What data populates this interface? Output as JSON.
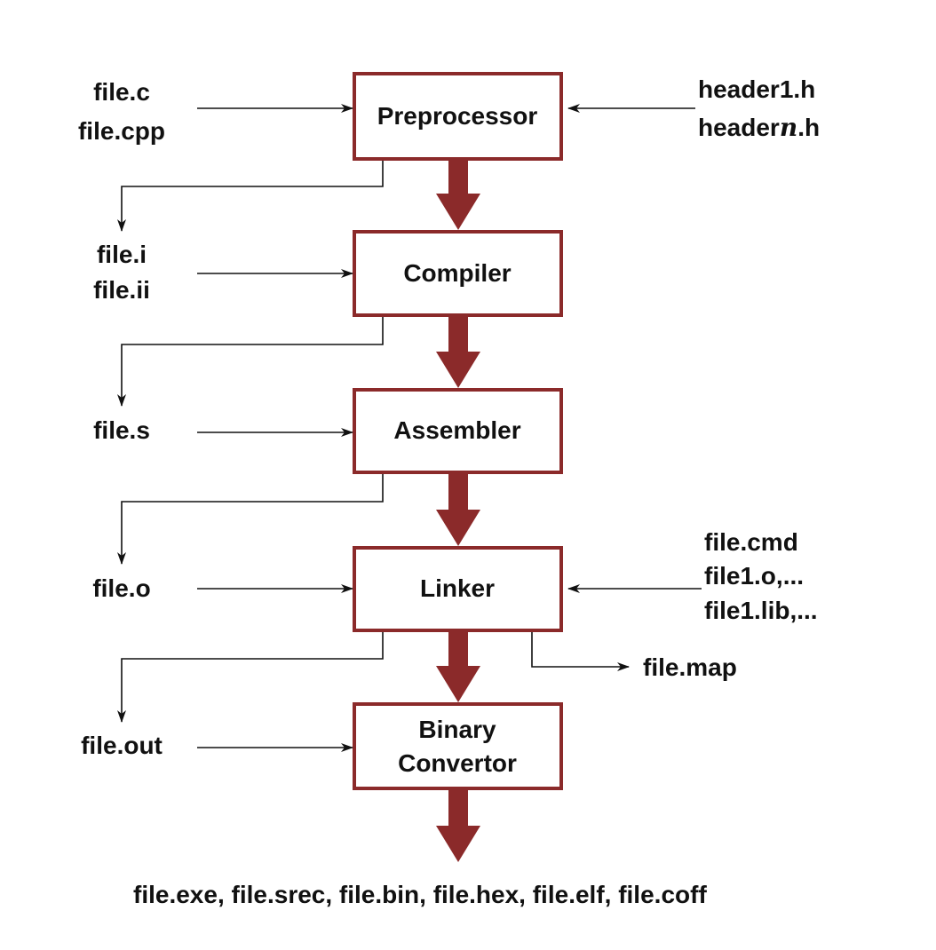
{
  "stages": [
    {
      "id": "preprocessor",
      "lines": [
        "Preprocessor"
      ]
    },
    {
      "id": "compiler",
      "lines": [
        "Compiler"
      ]
    },
    {
      "id": "assembler",
      "lines": [
        "Assembler"
      ]
    },
    {
      "id": "linker",
      "lines": [
        "Linker"
      ]
    },
    {
      "id": "binary-convertor",
      "lines": [
        "Binary",
        "Convertor"
      ]
    }
  ],
  "left_inputs": [
    [
      "file.c",
      "file.cpp"
    ],
    [
      "file.i",
      "file.ii"
    ],
    [
      "file.s"
    ],
    [
      "file.o"
    ],
    [
      "file.out"
    ]
  ],
  "right_inputs": {
    "preprocessor": [
      [
        {
          "t": "header1.h"
        }
      ],
      [
        {
          "t": "header"
        },
        {
          "t": "n",
          "italic": true
        },
        {
          "t": ".h"
        }
      ]
    ],
    "linker": [
      [
        {
          "t": "file.cmd"
        }
      ],
      [
        {
          "t": "file1.o,..."
        }
      ],
      [
        {
          "t": "file1.lib,..."
        }
      ]
    ]
  },
  "side_output": "file.map",
  "final_outputs": "file.exe,  file.srec,  file.bin,  file.hex,  file.elf,  file.coff",
  "colors": {
    "box_border": "#8b2a2a",
    "flow_arrow": "#8b2a2a",
    "line": "#111111",
    "text": "#111111"
  }
}
